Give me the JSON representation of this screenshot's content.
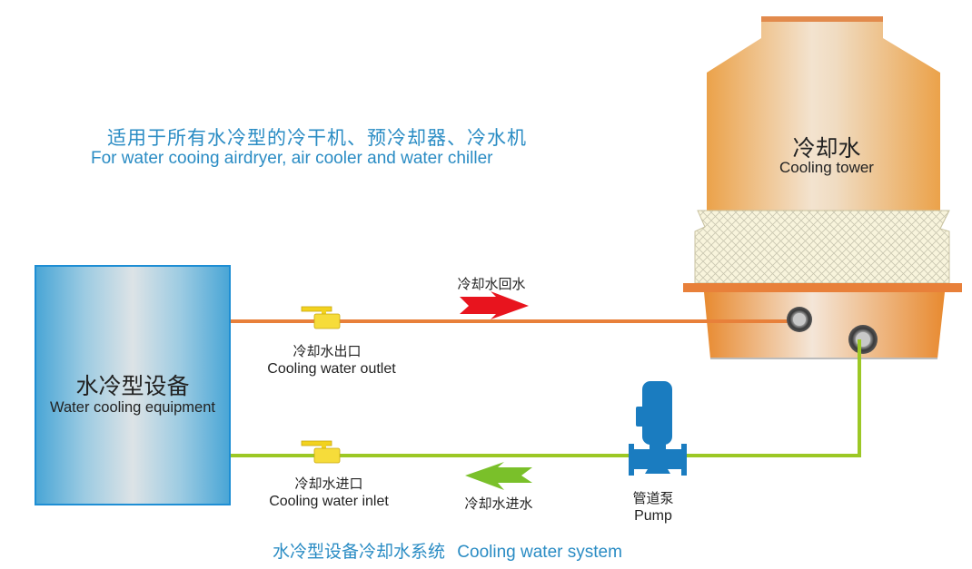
{
  "diagram": {
    "subtitle": {
      "cn": "适用于所有水冷型的冷干机、预冷却器、冷水机",
      "en": "For water cooing airdryer, air cooler and water chiller"
    },
    "equipment": {
      "cn": "水冷型设备",
      "en": "Water cooling equipment"
    },
    "cooling_tower": {
      "cn": "冷却水",
      "en": "Cooling tower"
    },
    "outlet_valve": {
      "cn": "冷却水出口",
      "en": "Cooling water outlet"
    },
    "inlet_valve": {
      "cn": "冷却水进口",
      "en": "Cooling water inlet"
    },
    "return_flow": {
      "cn": "冷却水回水",
      "direction": "right"
    },
    "supply_flow": {
      "cn": "冷却水进水",
      "direction": "left"
    },
    "pump": {
      "cn": "管道泵",
      "en": "Pump"
    },
    "title": {
      "cn": "水冷型设备冷却水系统",
      "en": "Cooling water system"
    },
    "colors": {
      "return_pipe": "#e8803a",
      "supply_pipe": "#9cc825",
      "return_arrow": "#e8141e",
      "supply_arrow": "#7ac02a",
      "equipment_border": "#1e8ed4",
      "pump": "#1a7cc0",
      "valve": "#f2d21e",
      "tower": "#eca850",
      "text_accent": "#2a8cc4"
    }
  }
}
